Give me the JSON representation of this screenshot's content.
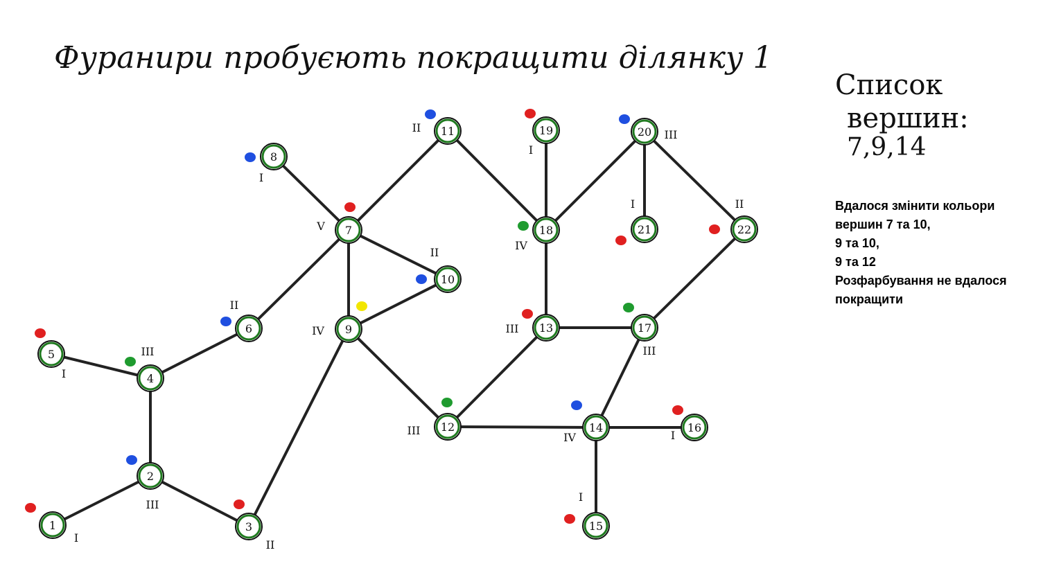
{
  "title": "Фуранири пробуєють покращити ділянку 1",
  "vertex_list": {
    "heading_line1": "Список",
    "heading_line2": "вершин:",
    "values": "7,9,14"
  },
  "note_lines": [
    "Вдалося змінити кольори",
    "вершин 7 та 10,",
    "9 та 10,",
    "9 та 12",
    "Розфарбування не вдалося",
    "покращити"
  ],
  "colors": {
    "red": "#e02020",
    "blue": "#1f4fe0",
    "green": "#1f9b2f",
    "yellow": "#f2e600",
    "node_border": "#1f7a1f",
    "edge": "#222222"
  },
  "nodes": [
    {
      "id": "1",
      "numeral": "I",
      "color": "red"
    },
    {
      "id": "2",
      "numeral": "III",
      "color": "blue"
    },
    {
      "id": "3",
      "numeral": "II",
      "color": "red"
    },
    {
      "id": "4",
      "numeral": "III",
      "color": "green"
    },
    {
      "id": "5",
      "numeral": "I",
      "color": "red"
    },
    {
      "id": "6",
      "numeral": "II",
      "color": "blue"
    },
    {
      "id": "7",
      "numeral": "V",
      "color": "red"
    },
    {
      "id": "8",
      "numeral": "I",
      "color": "blue"
    },
    {
      "id": "9",
      "numeral": "IV",
      "color": "yellow"
    },
    {
      "id": "10",
      "numeral": "II",
      "color": "blue"
    },
    {
      "id": "11",
      "numeral": "II",
      "color": "blue"
    },
    {
      "id": "12",
      "numeral": "III",
      "color": "green"
    },
    {
      "id": "13",
      "numeral": "III",
      "color": "red"
    },
    {
      "id": "14",
      "numeral": "IV",
      "color": "blue"
    },
    {
      "id": "15",
      "numeral": "I",
      "color": "red"
    },
    {
      "id": "16",
      "numeral": "I",
      "color": "red"
    },
    {
      "id": "17",
      "numeral": "III",
      "color": "green"
    },
    {
      "id": "18",
      "numeral": "IV",
      "color": "green"
    },
    {
      "id": "19",
      "numeral": "I",
      "color": "red"
    },
    {
      "id": "20",
      "numeral": "III",
      "color": "blue"
    },
    {
      "id": "21",
      "numeral": "I",
      "color": "red"
    },
    {
      "id": "22",
      "numeral": "II",
      "color": "red"
    }
  ],
  "edges": [
    [
      "1",
      "2"
    ],
    [
      "2",
      "3"
    ],
    [
      "2",
      "4"
    ],
    [
      "4",
      "5"
    ],
    [
      "4",
      "6"
    ],
    [
      "6",
      "7"
    ],
    [
      "7",
      "8"
    ],
    [
      "7",
      "9"
    ],
    [
      "7",
      "10"
    ],
    [
      "9",
      "10"
    ],
    [
      "9",
      "3"
    ],
    [
      "9",
      "12"
    ],
    [
      "7",
      "11"
    ],
    [
      "11",
      "18"
    ],
    [
      "19",
      "18"
    ],
    [
      "20",
      "18"
    ],
    [
      "20",
      "21"
    ],
    [
      "20",
      "22"
    ],
    [
      "18",
      "13"
    ],
    [
      "13",
      "17"
    ],
    [
      "22",
      "17"
    ],
    [
      "13",
      "12"
    ],
    [
      "12",
      "14"
    ],
    [
      "17",
      "14"
    ],
    [
      "14",
      "16"
    ],
    [
      "14",
      "15"
    ]
  ]
}
